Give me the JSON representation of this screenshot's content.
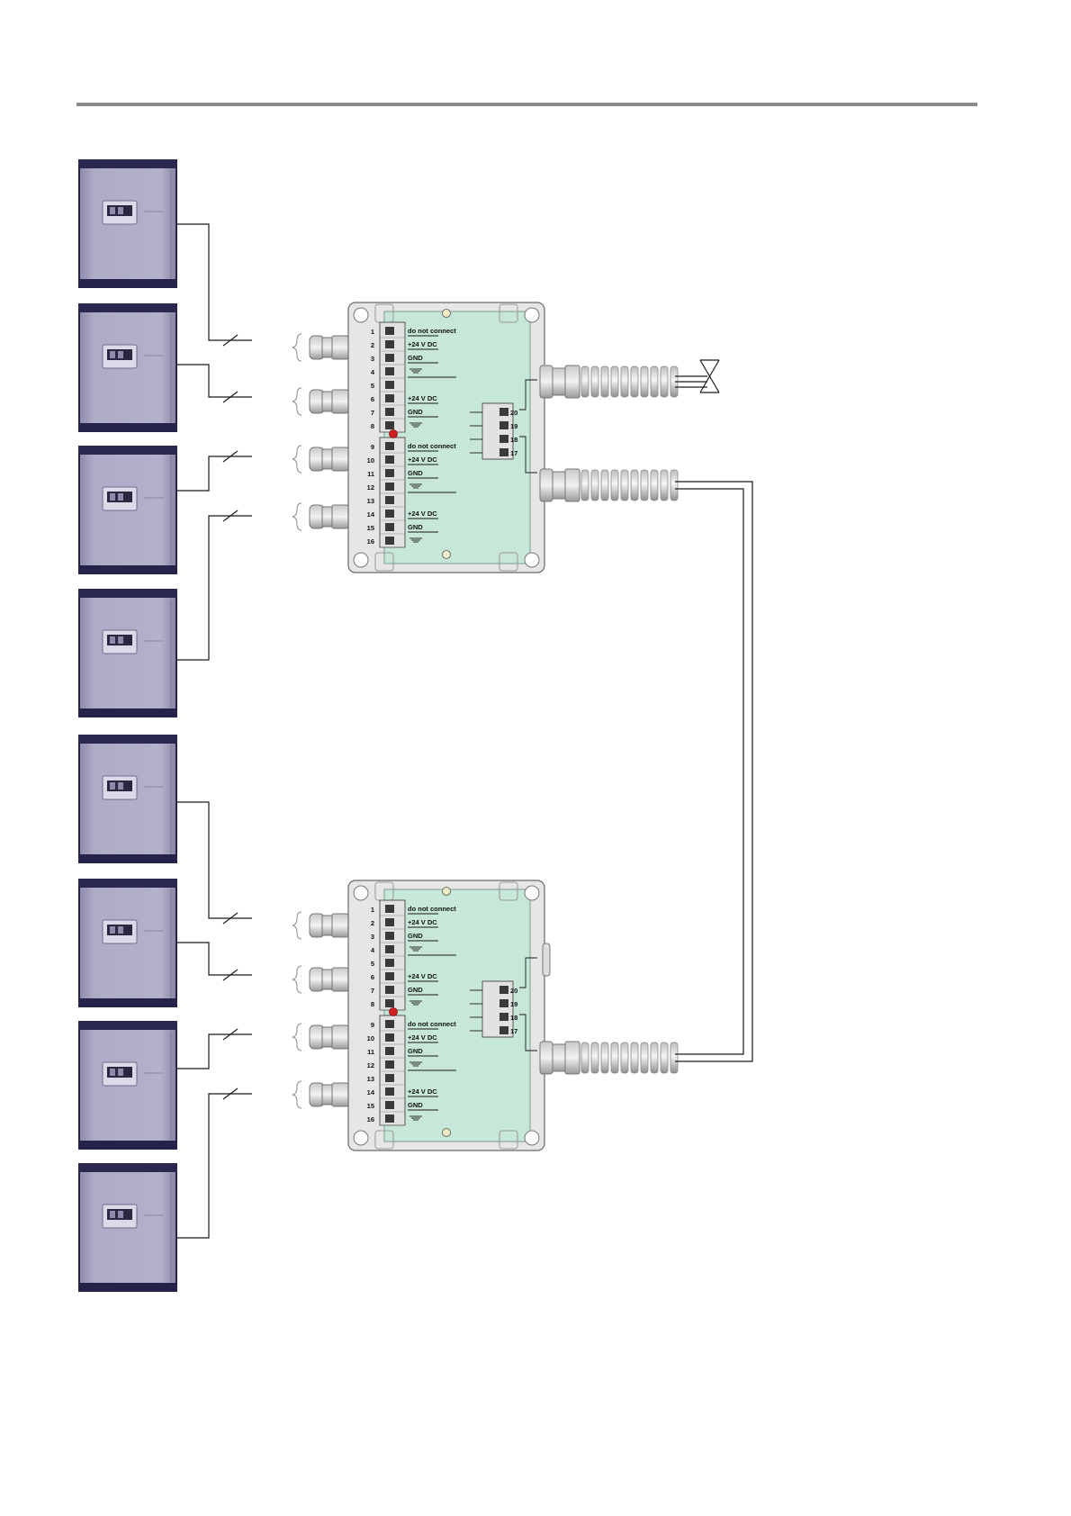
{
  "colors": {
    "rule": "#8c8c8c",
    "device_body": "#a9a6c2",
    "device_dark": "#26234a",
    "device_front": "#b7b4cf",
    "board": "#c7e7d8",
    "housing": "#e4e4e4",
    "wire": "#1a1a1a",
    "led": "#d42020"
  },
  "devices": [
    {
      "name": "device-1",
      "icon": "gas-detector-unit"
    },
    {
      "name": "device-2",
      "icon": "gas-detector-unit"
    },
    {
      "name": "device-3",
      "icon": "gas-detector-unit"
    },
    {
      "name": "device-4",
      "icon": "gas-detector-unit"
    },
    {
      "name": "device-5",
      "icon": "gas-detector-unit"
    },
    {
      "name": "device-6",
      "icon": "gas-detector-unit"
    },
    {
      "name": "device-7",
      "icon": "gas-detector-unit"
    },
    {
      "name": "device-8",
      "icon": "gas-detector-unit"
    }
  ],
  "junction_boxes": [
    {
      "name": "junction-box-upper",
      "terminal_block_a": {
        "numbers": [
          "1",
          "2",
          "3",
          "4",
          "5",
          "6",
          "7",
          "8"
        ],
        "labels": [
          "do not connect",
          "+24 V DC",
          "GND",
          "",
          "",
          "+24 V DC",
          "GND",
          ""
        ]
      },
      "terminal_block_b": {
        "numbers": [
          "9",
          "10",
          "11",
          "12",
          "13",
          "14",
          "15",
          "16"
        ],
        "labels": [
          "do not connect",
          "+24 V DC",
          "GND",
          "",
          "",
          "+24 V DC",
          "GND",
          ""
        ]
      },
      "bus_terminals": [
        "20",
        "19",
        "18",
        "17"
      ]
    },
    {
      "name": "junction-box-lower",
      "terminal_block_a": {
        "numbers": [
          "1",
          "2",
          "3",
          "4",
          "5",
          "6",
          "7",
          "8"
        ],
        "labels": [
          "do not connect",
          "+24 V DC",
          "GND",
          "",
          "",
          "+24 V DC",
          "GND",
          ""
        ]
      },
      "terminal_block_b": {
        "numbers": [
          "9",
          "10",
          "11",
          "12",
          "13",
          "14",
          "15",
          "16"
        ],
        "labels": [
          "do not connect",
          "+24 V DC",
          "GND",
          "",
          "",
          "+24 V DC",
          "GND",
          ""
        ]
      },
      "bus_terminals": [
        "20",
        "19",
        "18",
        "17"
      ]
    }
  ]
}
